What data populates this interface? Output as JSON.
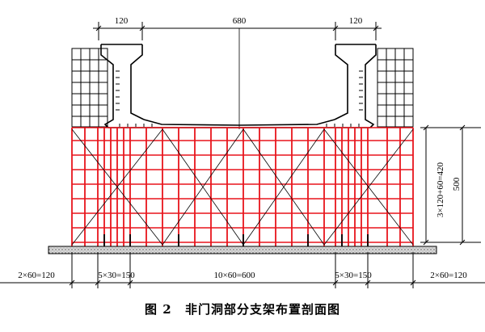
{
  "dimensions": {
    "top_left": "120",
    "top_middle": "680",
    "top_right": "120",
    "bottom_left": "2×60=120",
    "bottom_second": "5×30=150",
    "bottom_middle": "10×60=600",
    "bottom_fourth": "5×30=150",
    "bottom_right": "2×60=120",
    "right_inner": "3×120+60=420",
    "right_outer": "500"
  },
  "caption": {
    "label": "图 2",
    "title": "非门洞部分支架布置剖面图"
  },
  "colors": {
    "scaffold": "#e8141c",
    "structure": "#000000",
    "base": "#c8c8c8"
  }
}
